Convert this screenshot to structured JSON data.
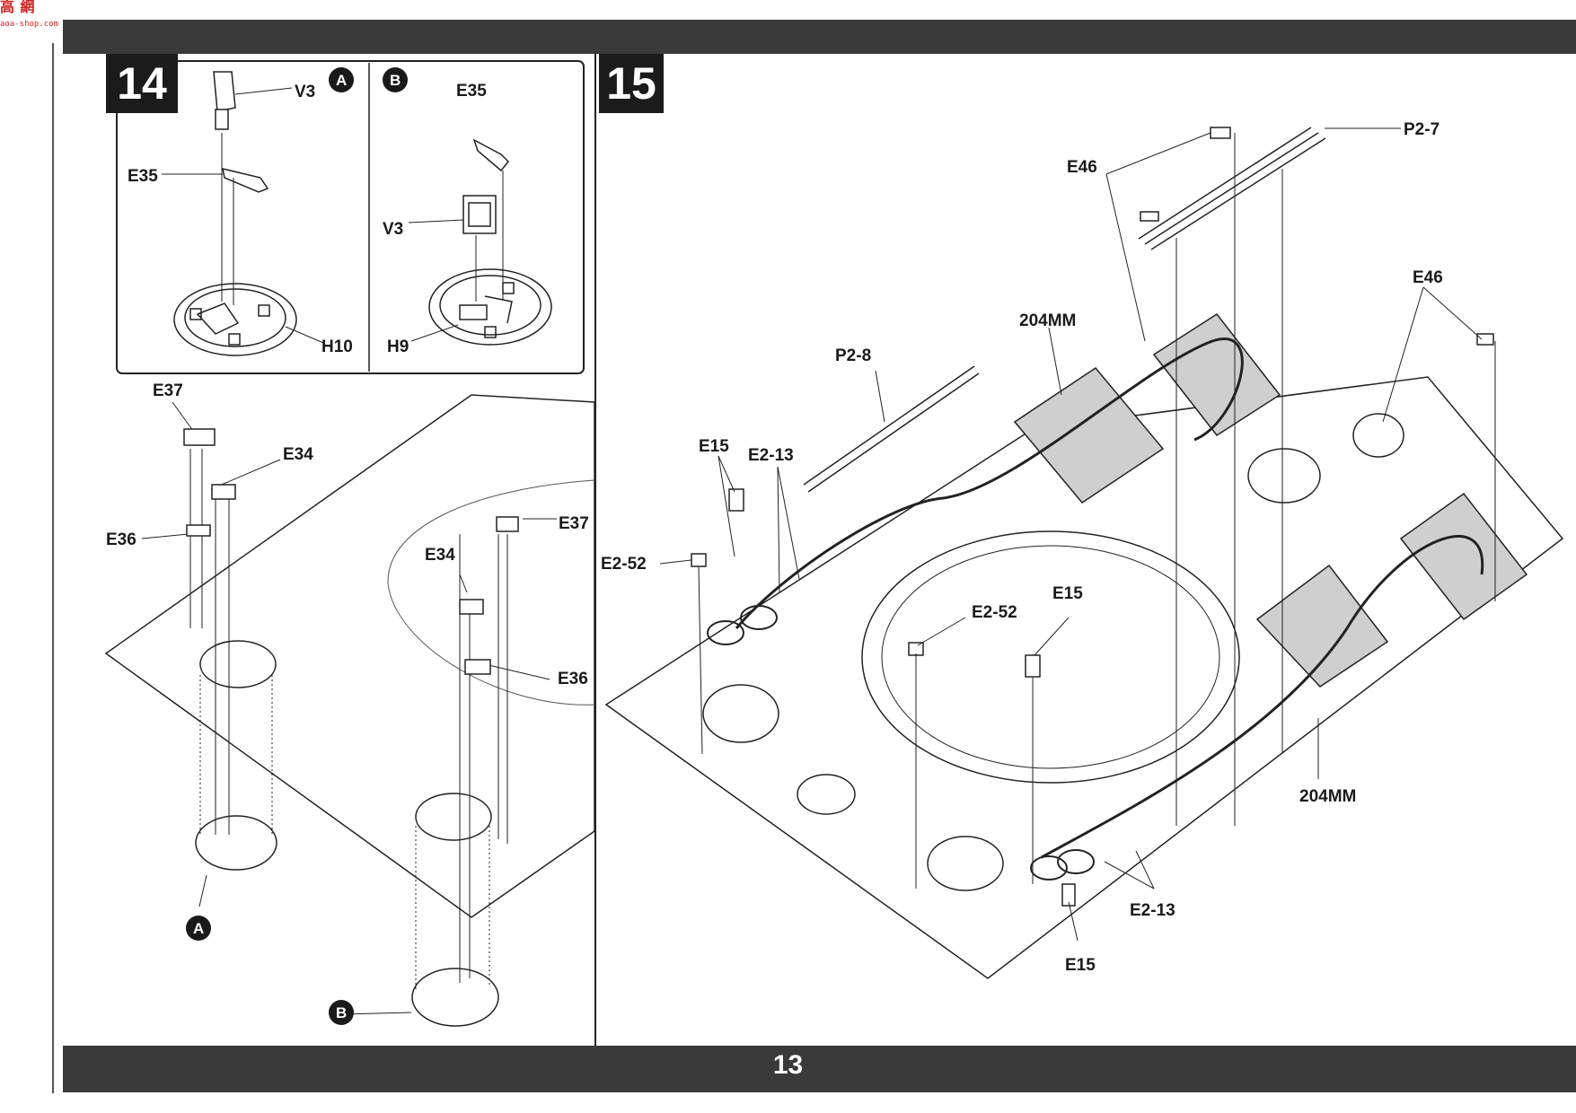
{
  "watermark": {
    "text": "高 網",
    "sub": "aoa-shop.com"
  },
  "page_number": "13",
  "step14": {
    "number": "14",
    "subassembly_a": {
      "marker": "A",
      "parts": [
        "V3",
        "E35",
        "H10"
      ]
    },
    "subassembly_b": {
      "marker": "B",
      "parts": [
        "E35",
        "V3",
        "H9"
      ]
    },
    "main_labels": [
      "E37",
      "E34",
      "E36",
      "E37",
      "E34",
      "E36"
    ],
    "markers": [
      "A",
      "B"
    ]
  },
  "step15": {
    "number": "15",
    "labels": {
      "p2_7": "P2-7",
      "e46_top": "E46",
      "e46_right": "E46",
      "mm_top": "204MM",
      "p2_8": "P2-8",
      "e15_left": "E15",
      "e2_13_left": "E2-13",
      "e2_52_left": "E2-52",
      "e2_52_mid": "E2-52",
      "e15_mid": "E15",
      "mm_right": "204MM",
      "e2_13_bottom": "E2-13",
      "e15_bottom": "E15"
    }
  }
}
